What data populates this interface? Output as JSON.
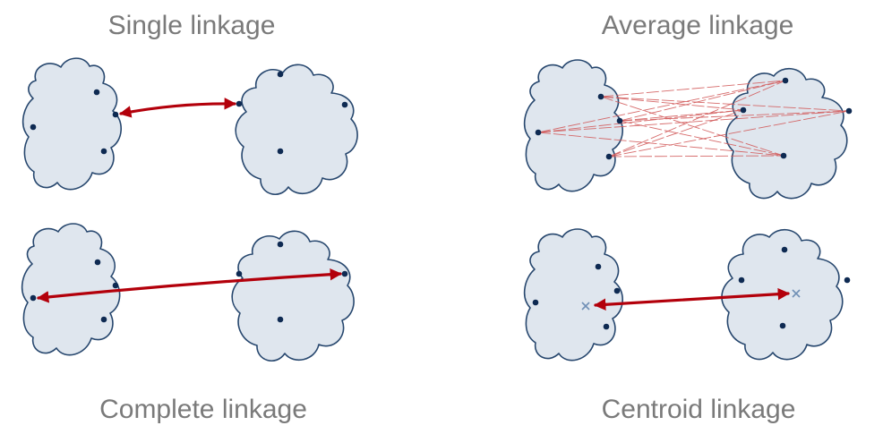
{
  "panels": [
    {
      "id": "single",
      "title": "Single linkage"
    },
    {
      "id": "average",
      "title": "Average linkage"
    },
    {
      "id": "complete",
      "title": "Complete linkage"
    },
    {
      "id": "centroid",
      "title": "Centroid linkage"
    }
  ],
  "colors": {
    "cluster_fill": "#dfe6ee",
    "cluster_outline": "#27476e",
    "point": "#0e2a52",
    "arrow": "#b3000b",
    "pair_lines": "#d25a5a",
    "centroid_marker": "#6f8fb5",
    "title_text": "#7a7a7a"
  }
}
